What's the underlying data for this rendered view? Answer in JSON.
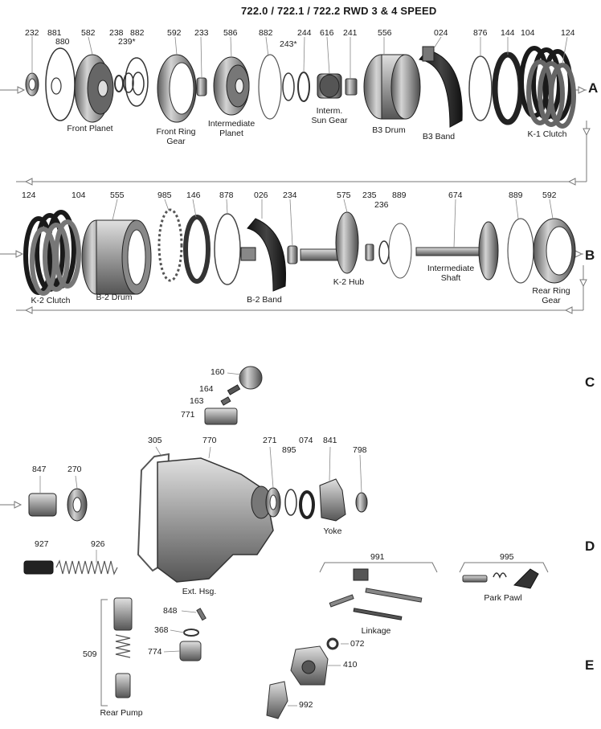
{
  "title": "722.0 / 722.1 / 722.2   RWD 3 & 4 SPEED",
  "rows": [
    "A",
    "B",
    "C",
    "D",
    "E"
  ],
  "part_numbers": {
    "p232": "232",
    "p881": "881",
    "p880": "880",
    "p582": "582",
    "p238": "238",
    "p239": "239*",
    "p882a": "882",
    "p592a": "592",
    "p233": "233",
    "p586": "586",
    "p882b": "882",
    "p243": "243*",
    "p244": "244",
    "p616": "616",
    "p241": "241",
    "p556": "556",
    "p024": "024",
    "p876": "876",
    "p144": "144",
    "p104a": "104",
    "p124a": "124",
    "p124b": "124",
    "p104b": "104",
    "p555": "555",
    "p985": "985",
    "p146": "146",
    "p878": "878",
    "p026": "026",
    "p234": "234",
    "p575": "575",
    "p235": "235",
    "p236": "236",
    "p889a": "889",
    "p674": "674",
    "p889b": "889",
    "p592b": "592",
    "p160": "160",
    "p164": "164",
    "p163": "163",
    "p771": "771",
    "p305": "305",
    "p770": "770",
    "p271": "271",
    "p895": "895",
    "p074": "074",
    "p841": "841",
    "p798": "798",
    "p847": "847",
    "p270": "270",
    "p927": "927",
    "p926": "926",
    "p991": "991",
    "p995": "995",
    "p848": "848",
    "p368": "368",
    "p774": "774",
    "p509": "509",
    "p072": "072",
    "p410": "410",
    "p992": "992"
  },
  "labels": {
    "front_planet": "Front Planet",
    "front_ring_gear": "Front Ring Gear",
    "intermediate_planet": "Intermediate Planet",
    "interm_sun_gear": "Interm. Sun Gear",
    "b3_drum": "B3 Drum",
    "b3_band": "B3 Band",
    "k1_clutch": "K-1 Clutch",
    "k2_clutch": "K-2 Clutch",
    "b2_drum": "B-2 Drum",
    "b2_band": "B-2 Band",
    "k2_hub": "K-2 Hub",
    "intermediate_shaft": "Intermediate Shaft",
    "rear_ring_gear": "Rear Ring Gear",
    "yoke": "Yoke",
    "ext_hsg": "Ext. Hsg.",
    "linkage": "Linkage",
    "park_pawl": "Park Pawl",
    "rear_pump": "Rear Pump"
  },
  "colors": {
    "line": "#555555",
    "metal_dark": "#3a3a3a",
    "metal_mid": "#8a8a8a",
    "metal_light": "#c9c9c9",
    "band_dark": "#222222"
  }
}
